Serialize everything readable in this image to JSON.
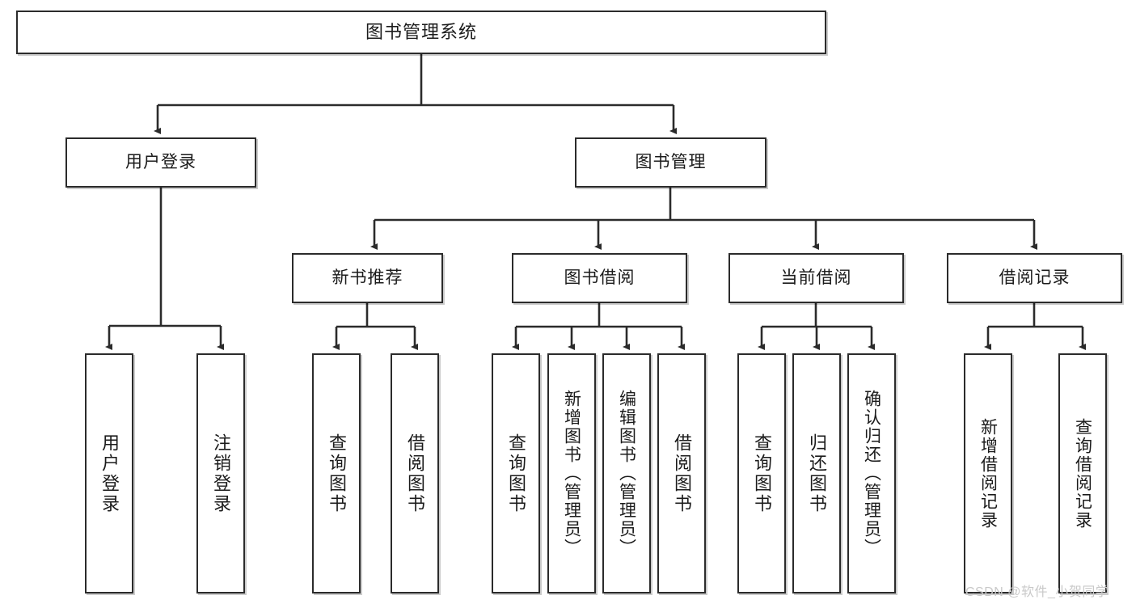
{
  "diagram": {
    "type": "tree",
    "title": "图书管理系统",
    "watermark": "CSDN @软件_小贺同学",
    "style": {
      "box_border_color": "#2b2b2b",
      "box_fill_color": "#ffffff",
      "connector_color": "#2b2b2b",
      "text_color": "#1b1b1b",
      "watermark_color": "#c9c9c9"
    },
    "nodes": {
      "root": {
        "label": "图书管理系统"
      },
      "level1": [
        {
          "label": "用户登录"
        },
        {
          "label": "图书管理"
        }
      ],
      "level2": [
        {
          "label": "新书推荐"
        },
        {
          "label": "图书借阅"
        },
        {
          "label": "当前借阅"
        },
        {
          "label": "借阅记录"
        }
      ],
      "leaves": {
        "user_login": [
          {
            "label": "用户登录"
          },
          {
            "label": "注销登录"
          }
        ],
        "new_book_recommend": [
          {
            "label": "查询图书"
          },
          {
            "label": "借阅图书"
          }
        ],
        "book_borrow": [
          {
            "label": "查询图书"
          },
          {
            "label": "新增图书（管理员）"
          },
          {
            "label": "编辑图书（管理员）"
          },
          {
            "label": "借阅图书"
          }
        ],
        "current_borrow": [
          {
            "label": "查询图书"
          },
          {
            "label": "归还图书"
          },
          {
            "label": "确认归还（管理员）"
          }
        ],
        "borrow_record": [
          {
            "label": "新增借阅记录"
          },
          {
            "label": "查询借阅记录"
          }
        ]
      }
    }
  }
}
